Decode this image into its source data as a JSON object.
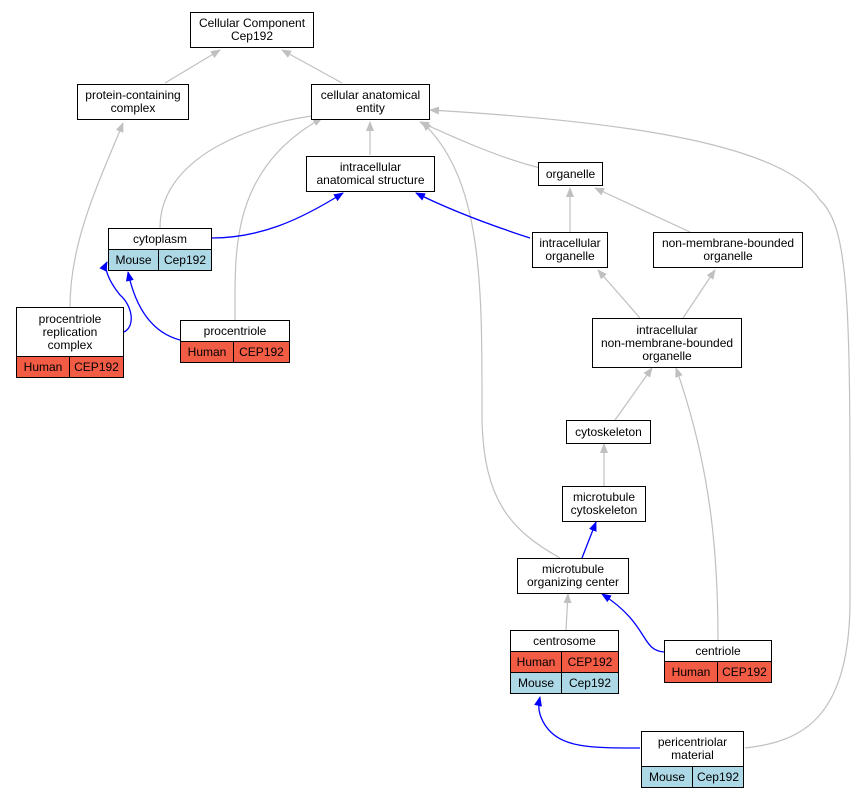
{
  "colors": {
    "human": "#f25c45",
    "mouse": "#add8e6",
    "annotation_edge": "#0000ff",
    "is_a_edge": "#c0c0c0"
  },
  "nodes": {
    "root": {
      "lines": [
        "Cellular Component",
        "Cep192"
      ]
    },
    "protein_complex": {
      "lines": [
        "protein-containing",
        "complex"
      ]
    },
    "cae": {
      "lines": [
        "cellular anatomical",
        "entity"
      ]
    },
    "ias": {
      "lines": [
        "intracellular",
        "anatomical structure"
      ]
    },
    "organelle": {
      "lines": [
        "organelle"
      ]
    },
    "cytoplasm": {
      "lines": [
        "cytoplasm"
      ],
      "annotations": [
        {
          "species": "Mouse",
          "gene": "Cep192"
        }
      ]
    },
    "intra_org": {
      "lines": [
        "intracellular",
        "organelle"
      ]
    },
    "nmb_org": {
      "lines": [
        "non-membrane-bounded",
        "organelle"
      ]
    },
    "prc": {
      "lines": [
        "procentriole",
        "replication",
        "complex"
      ],
      "annotations": [
        {
          "species": "Human",
          "gene": "CEP192"
        }
      ]
    },
    "procentriole": {
      "lines": [
        "procentriole"
      ],
      "annotations": [
        {
          "species": "Human",
          "gene": "CEP192"
        }
      ]
    },
    "inmbo": {
      "lines": [
        "intracellular",
        "non-membrane-bounded",
        "organelle"
      ]
    },
    "cytoskeleton": {
      "lines": [
        "cytoskeleton"
      ]
    },
    "mt_cyto": {
      "lines": [
        "microtubule",
        "cytoskeleton"
      ]
    },
    "mtoc": {
      "lines": [
        "microtubule",
        "organizing center"
      ]
    },
    "centrosome": {
      "lines": [
        "centrosome"
      ],
      "annotations": [
        {
          "species": "Human",
          "gene": "CEP192"
        },
        {
          "species": "Mouse",
          "gene": "Cep192"
        }
      ]
    },
    "centriole": {
      "lines": [
        "centriole"
      ],
      "annotations": [
        {
          "species": "Human",
          "gene": "CEP192"
        }
      ]
    },
    "pcm": {
      "lines": [
        "pericentriolar",
        "material"
      ],
      "annotations": [
        {
          "species": "Mouse",
          "gene": "Cep192"
        }
      ]
    }
  }
}
